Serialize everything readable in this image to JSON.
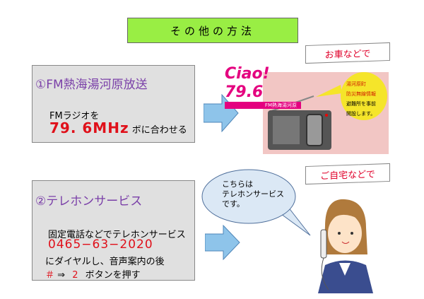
{
  "title": "その他の方法",
  "banner1": "お車などで",
  "banner2": "ご自宅などで",
  "section1": {
    "heading": "①FM熱海湯河原放送",
    "line1": "FMラジオを",
    "freq": "79. 6MHz",
    "suffix": "ボに合わせる"
  },
  "logo": {
    "text": "Ciao! 79.6",
    "sub": "FM熱海湯河原"
  },
  "radio_bubble": {
    "line1": "湯河原町",
    "line2": "防災無線情報",
    "line3": "避難所を事前",
    "line4": "開設します。"
  },
  "section2": {
    "heading": "②テレホンサービス",
    "line1": "固定電話などでテレホンサービス",
    "phone": "0465−63−2020",
    "line2": "にダイヤルし、音声案内の後",
    "hash": "＃",
    "arrow": "⇒",
    "num": "2",
    "suffix": "ボタンを押す"
  },
  "speech": {
    "line1": "こちらは",
    "line2": "テレホンサービス",
    "line3": "です。"
  },
  "colors": {
    "title_bg": "#99ee44",
    "arrow": "#8ec4ea",
    "pink": "#f2c6c4",
    "red": "#e0101a"
  }
}
